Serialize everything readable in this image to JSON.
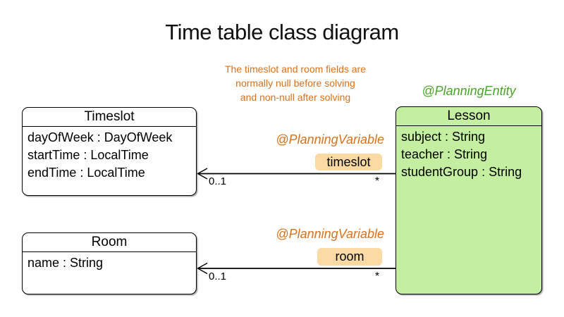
{
  "title": "Time table class diagram",
  "note": {
    "lines": [
      "The timeslot and room fields are",
      "normally null before solving",
      "and non-null after solving"
    ]
  },
  "classes": {
    "timeslot": {
      "name": "Timeslot",
      "fields": [
        "dayOfWeek : DayOfWeek",
        "startTime : LocalTime",
        "endTime : LocalTime"
      ]
    },
    "room": {
      "name": "Room",
      "fields": [
        "name : String"
      ]
    },
    "lesson": {
      "name": "Lesson",
      "annotation": "@PlanningEntity",
      "fields": [
        "subject : String",
        "teacher : String",
        "studentGroup : String"
      ]
    }
  },
  "associations": {
    "timeslot": {
      "annotation": "@PlanningVariable",
      "role": "timeslot",
      "target_multiplicity": "0..1",
      "source_multiplicity": "*"
    },
    "room": {
      "annotation": "@PlanningVariable",
      "role": "room",
      "target_multiplicity": "0..1",
      "source_multiplicity": "*"
    }
  },
  "colors": {
    "annotation_entity_green": "#49a42a",
    "annotation_variable_orange": "#d9711c",
    "note_orange": "#d9711c",
    "lesson_fill": "#c5efa0",
    "role_tag_fill": "#fbd9a2",
    "line_color": "#000000"
  }
}
